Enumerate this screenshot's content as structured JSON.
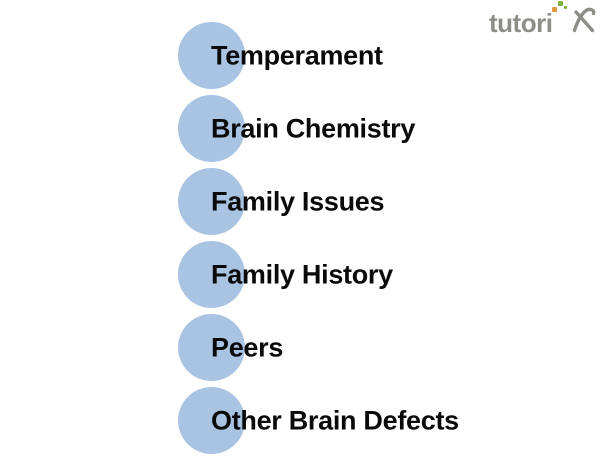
{
  "diagram": {
    "items": [
      {
        "label": "Temperament"
      },
      {
        "label": "Brain Chemistry"
      },
      {
        "label": "Family Issues"
      },
      {
        "label": "Family History"
      },
      {
        "label": "Peers"
      },
      {
        "label": "Other Brain Defects"
      }
    ]
  },
  "logo": {
    "text": "tutori",
    "x_char": "x"
  },
  "colors": {
    "circle_fill": "#a9c3e3",
    "label_text": "#0a0a0a",
    "logo_gray": "#8e8e89",
    "logo_dot_orange": "#e0993f",
    "logo_dot_green": "#7cb342"
  }
}
